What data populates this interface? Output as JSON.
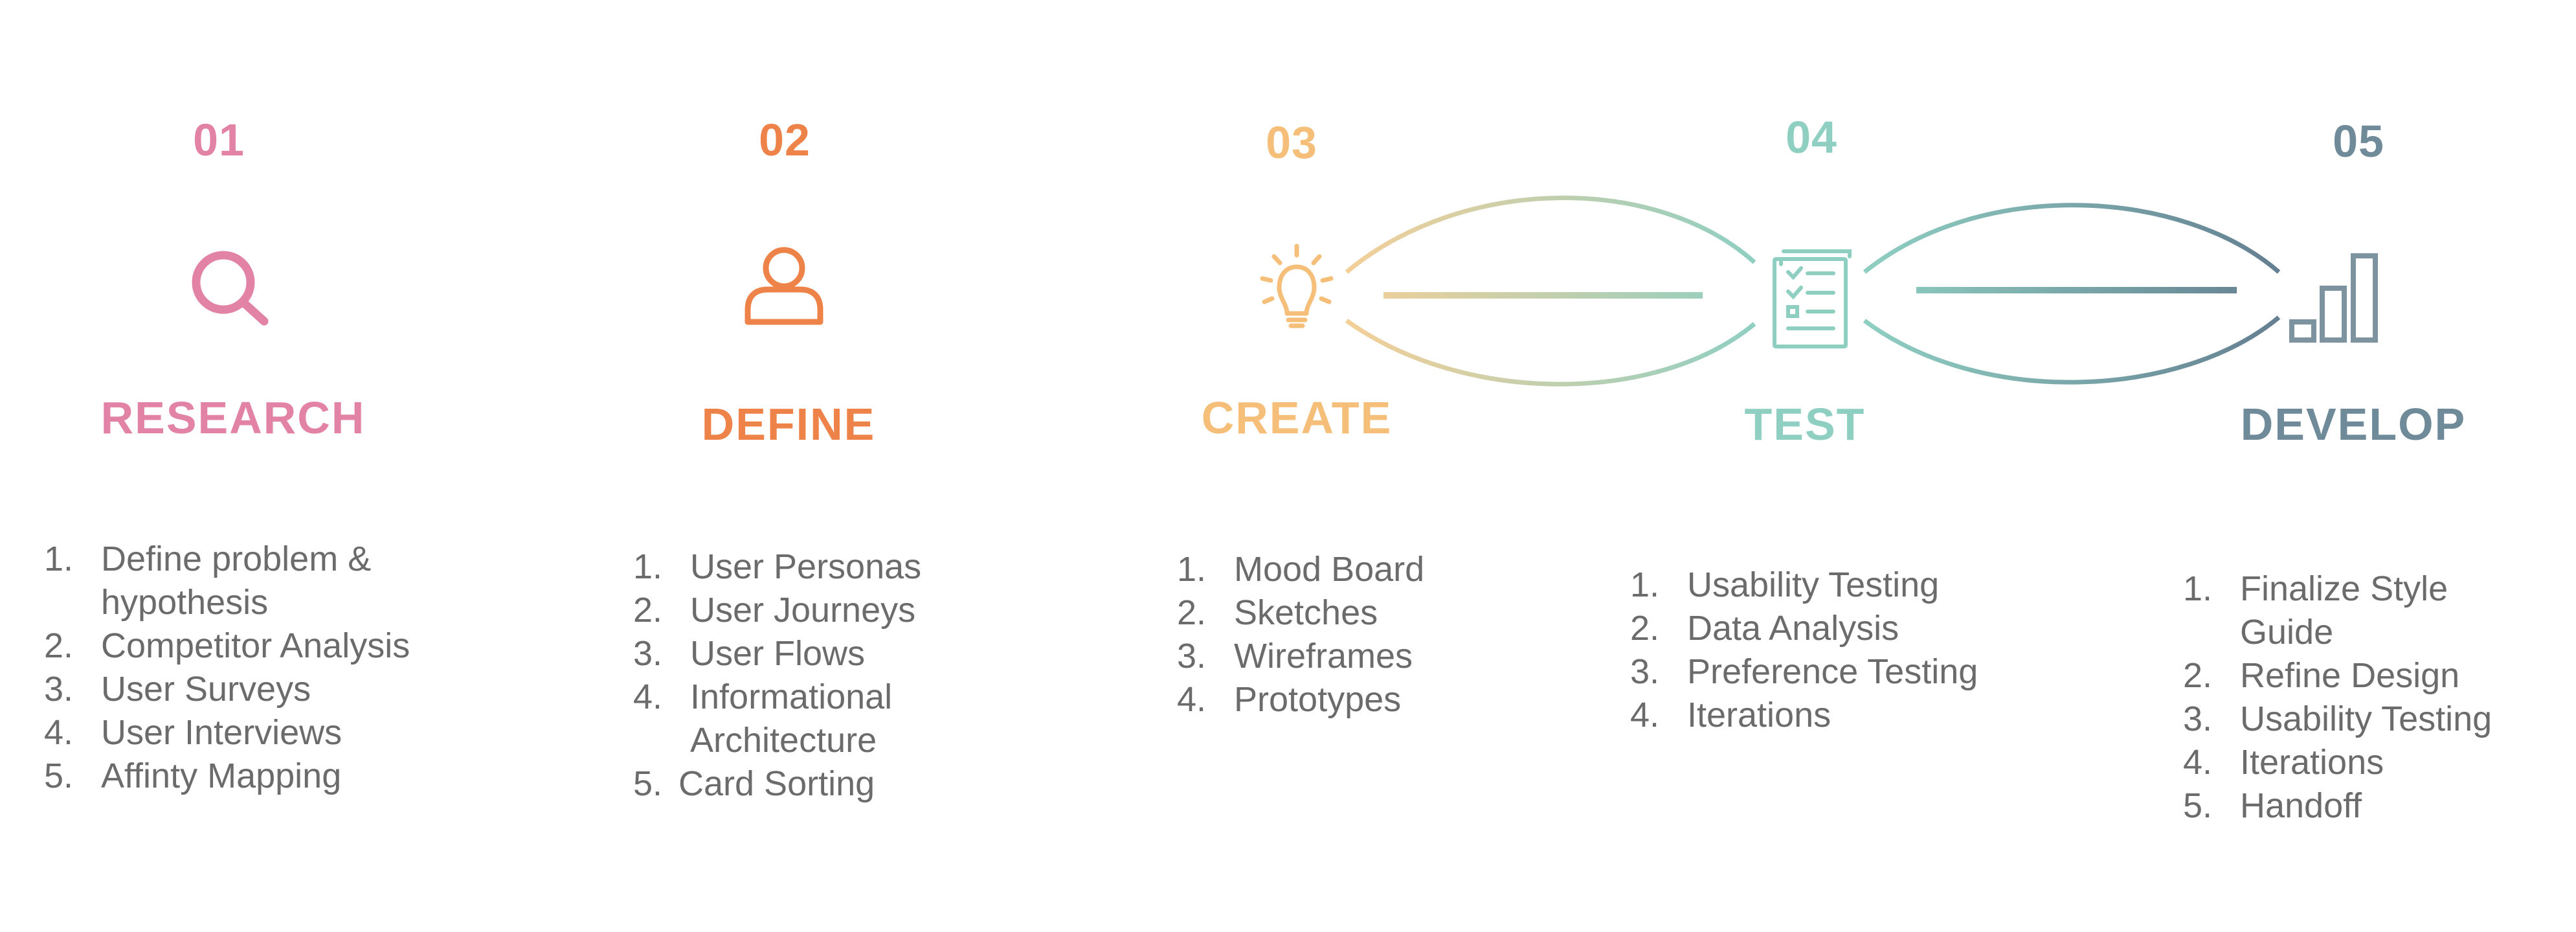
{
  "colors": {
    "research": "#e283a6",
    "define": "#ee834a",
    "create": "#f5bf7a",
    "test": "#8fcfc2",
    "develop": "#6f8a99",
    "list_text": "#6b6b6b"
  },
  "phases": [
    {
      "number": "01",
      "title": "RESEARCH",
      "icon": "magnifying-glass-icon",
      "steps": [
        {
          "n": "1.",
          "text": "Define problem & hypothesis"
        },
        {
          "n": "2.",
          "text": "Competitor Analysis"
        },
        {
          "n": "3.",
          "text": "User Surveys"
        },
        {
          "n": "4.",
          "text": "User Interviews"
        },
        {
          "n": "5.",
          "text": "Affinty Mapping"
        }
      ]
    },
    {
      "number": "02",
      "title": "DEFINE",
      "icon": "user-icon",
      "steps": [
        {
          "n": "1.",
          "text": "User Personas"
        },
        {
          "n": "2.",
          "text": "User Journeys"
        },
        {
          "n": "3.",
          "text": "User Flows"
        },
        {
          "n": "4.",
          "text": "Informational Architecture"
        },
        {
          "n": "5.",
          "text": "Card Sorting"
        }
      ]
    },
    {
      "number": "03",
      "title": "CREATE",
      "icon": "lightbulb-icon",
      "steps": [
        {
          "n": "1.",
          "text": "Mood Board"
        },
        {
          "n": "2.",
          "text": "Sketches"
        },
        {
          "n": "3.",
          "text": "Wireframes"
        },
        {
          "n": "4.",
          "text": "Prototypes"
        }
      ]
    },
    {
      "number": "04",
      "title": "TEST",
      "icon": "checklist-document-icon",
      "steps": [
        {
          "n": "1.",
          "text": "Usability Testing"
        },
        {
          "n": "2.",
          "text": "Data Analysis"
        },
        {
          "n": "3.",
          "text": "Preference Testing"
        },
        {
          "n": "4.",
          "text": "Iterations"
        }
      ]
    },
    {
      "number": "05",
      "title": "DEVELOP",
      "icon": "bar-chart-icon",
      "steps": [
        {
          "n": "1.",
          "text": "Finalize Style Guide"
        },
        {
          "n": "2.",
          "text": "Refine Design"
        },
        {
          "n": "3.",
          "text": "Usability Testing"
        },
        {
          "n": "4.",
          "text": "Iterations"
        },
        {
          "n": "5.",
          "text": "Handoff"
        }
      ]
    }
  ]
}
